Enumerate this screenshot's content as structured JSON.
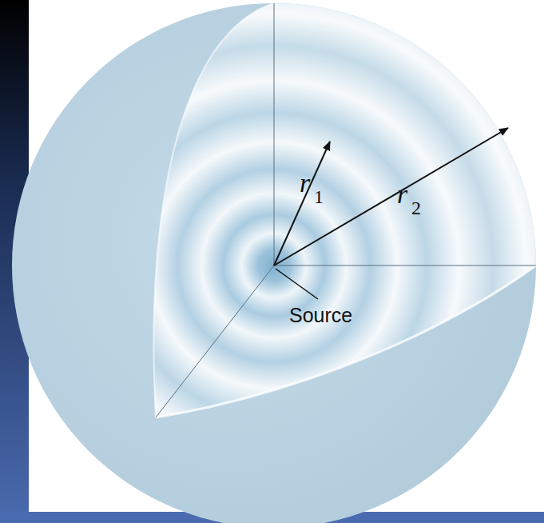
{
  "diagram": {
    "labels": [
      "r",
      "1",
      "r",
      "2",
      "Source"
    ]
  }
}
